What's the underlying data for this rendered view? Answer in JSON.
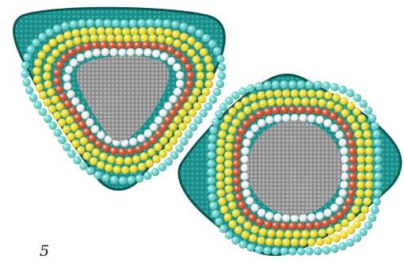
{
  "figure": {
    "panel_label": "5"
  },
  "colors": {
    "background": "#ffffff",
    "shell": "#1d8f8a",
    "shell_dark": "#0d5e5b",
    "ring_cyan": "#62d3cd",
    "ring_yellow": "#f2dc24",
    "ring_red": "#d64b25",
    "ring_white": "#f2f2f2",
    "core": "#8f8f8f"
  },
  "objects": [
    {
      "name": "triangular-particle",
      "shape": "rounded-triangle",
      "ring_order": [
        "cyan",
        "yellow",
        "yellow",
        "red",
        "white"
      ]
    },
    {
      "name": "diamond-particle",
      "shape": "rounded-diamond",
      "ring_order": [
        "cyan",
        "yellow",
        "yellow",
        "red",
        "white"
      ]
    }
  ]
}
